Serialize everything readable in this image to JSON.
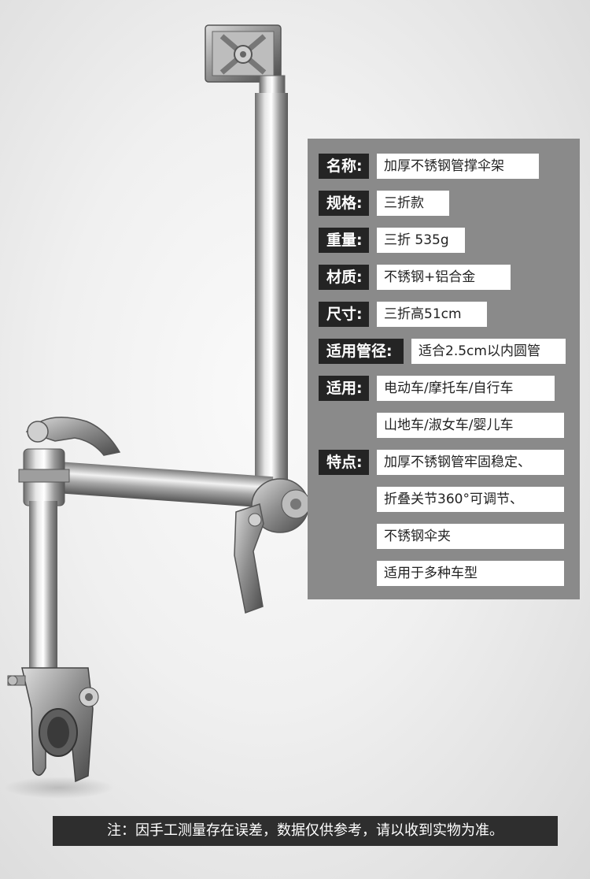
{
  "specs": {
    "name_label": "名称:",
    "name_value": "加厚不锈钢管撑伞架",
    "spec_label": "规格:",
    "spec_value": "三折款",
    "weight_label": "重量:",
    "weight_value": "三折 535g",
    "material_label": "材质:",
    "material_value": "不锈钢+铝合金",
    "size_label": "尺寸:",
    "size_value": "三折高51cm",
    "pipe_label": "适用管径:",
    "pipe_value": "适合2.5cm以内圆管",
    "fit_label": "适用:",
    "fit_values": [
      "电动车/摩托车/自行车",
      "山地车/淑女车/婴儿车"
    ],
    "feature_label": "特点:",
    "feature_values": [
      "加厚不锈钢管牢固稳定、",
      "折叠关节360°可调节、",
      "不锈钢伞夹",
      "适用于多种车型"
    ]
  },
  "note": "注：因手工测量存在误差，数据仅供参考，请以收到实物为准。",
  "colors": {
    "panel": "#8a8a8a",
    "label_bg": "#242424",
    "value_bg": "#ffffff",
    "note_bg": "#2e2e2e"
  }
}
